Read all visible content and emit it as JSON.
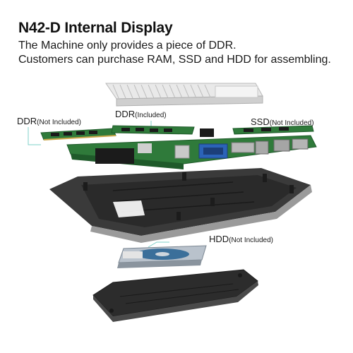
{
  "header": {
    "title": "N42-D Internal Display",
    "line1": "The Machine only provides a piece of DDR.",
    "line2": "Customers can purchase RAM, SSD and HDD for assembling."
  },
  "labels": {
    "ddr_left": {
      "main": "DDR",
      "note": "(Not Included)"
    },
    "ddr_center": {
      "main": "DDR",
      "note": "(Included)"
    },
    "ssd": {
      "main": "SSD",
      "note": "(Not Included)"
    },
    "hdd": {
      "main": "HDD",
      "note": "(Not Included)"
    }
  },
  "colors": {
    "heatsink": "#dcdcdc",
    "pcb": "#2f7a3a",
    "pcb_dark": "#1f5a2a",
    "case": "#3a3a3a",
    "panel": "#2c2c2c",
    "hdd_top": "#3b6f9a",
    "leader_line": "#7fd1c9"
  }
}
